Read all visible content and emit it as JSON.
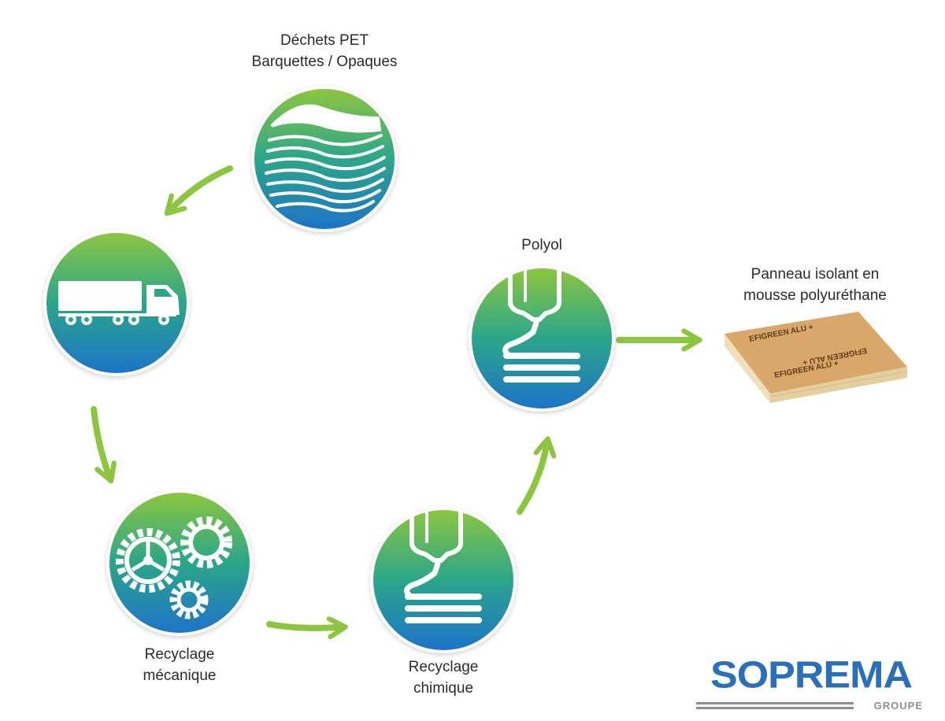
{
  "diagram": {
    "nodes": [
      {
        "id": "dechets",
        "lines": [
          "Déchets PET",
          "Barquettes / Opaques"
        ],
        "icon": "stacked-sheets-icon"
      },
      {
        "id": "transport",
        "lines": [],
        "icon": "truck-icon"
      },
      {
        "id": "meca",
        "lines": [
          "Recyclage",
          "mécanique"
        ],
        "icon": "gears-icon"
      },
      {
        "id": "chimique",
        "lines": [
          "Recyclage",
          "chimique"
        ],
        "icon": "nozzle-icon"
      },
      {
        "id": "polyol",
        "lines": [
          "Polyol"
        ],
        "icon": "nozzle-icon"
      },
      {
        "id": "panneau",
        "lines": [
          "Panneau isolant en",
          "mousse polyuréthane"
        ],
        "icon": "insulation-panel-icon"
      }
    ],
    "panel_print": "EFIGREEN ALU +",
    "edges": [
      {
        "from": "dechets",
        "to": "transport"
      },
      {
        "from": "transport",
        "to": "meca"
      },
      {
        "from": "meca",
        "to": "chimique"
      },
      {
        "from": "chimique",
        "to": "polyol"
      },
      {
        "from": "polyol",
        "to": "panneau"
      }
    ]
  },
  "logo": {
    "name": "SOPREMA",
    "sub": "GROUPE"
  },
  "colors": {
    "circle_top": "#8cc63f",
    "circle_mid": "#2aa68a",
    "circle_bottom": "#1e73c8",
    "arrow": "#8cc63f",
    "logo_blue": "#2a6fb9",
    "logo_grey": "#8d8f92",
    "panel_face": "#d9a76a",
    "panel_side": "#efe0bd"
  }
}
